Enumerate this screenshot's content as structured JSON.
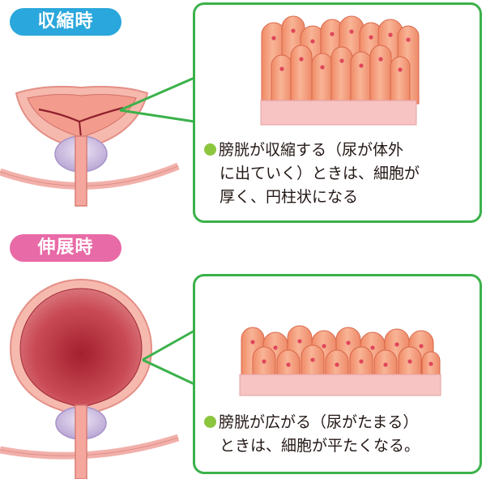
{
  "contracted": {
    "label": "収縮時",
    "caption_lines": [
      "膀胱が収縮する（尿が体外",
      "に出ていく）ときは、細胞が",
      "厚く、円柱状になる"
    ]
  },
  "distended": {
    "label": "伸展時",
    "caption_lines": [
      "膀胱が広がる（尿がたまる）",
      "ときは、細胞が平たくなる。"
    ]
  },
  "colors": {
    "contracted_badge": "#2aa7dc",
    "distended_badge": "#e86aa6",
    "panel_border": "#3bb14a",
    "bullet": "#8cc63f",
    "cell_fill": "#f4a07e",
    "tissue_base": "#f7c3c3",
    "bladder_wall": "#f3a6a0",
    "bladder_inner": "#b8313f",
    "prostate": "#c7b6dd"
  }
}
